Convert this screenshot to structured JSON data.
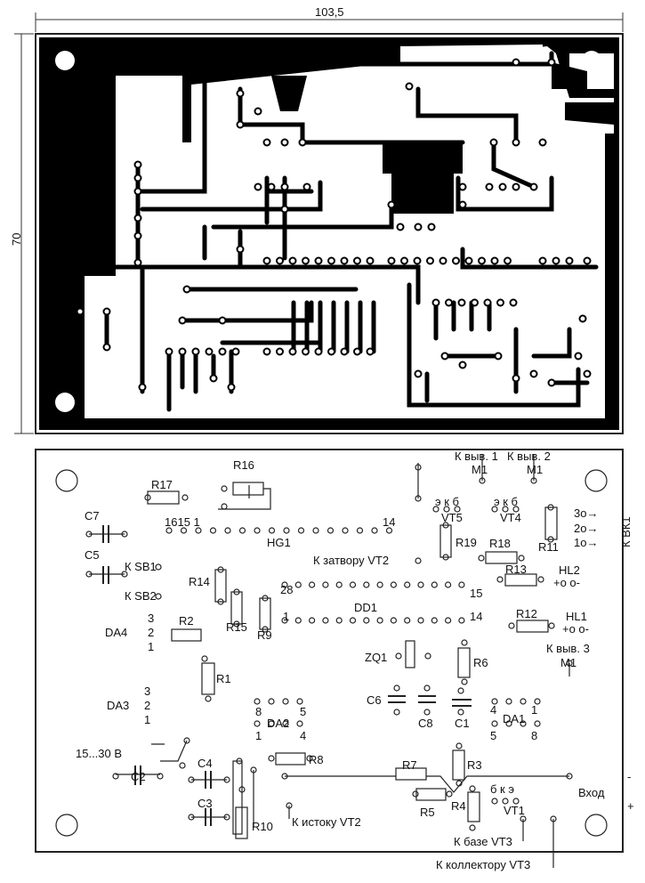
{
  "dimensions": {
    "width": "103,5",
    "height": "70"
  },
  "labels": {
    "R16": "R16",
    "R17": "R17",
    "C7": "C7",
    "C5": "C5",
    "hg_pins_left": "1615 1",
    "hg_pin_14": "14",
    "HG1": "HG1",
    "to_gate_vt2": "К затвору VT2",
    "to_sb1": "К SB1",
    "to_sb2": "К SB2",
    "R14": "R14",
    "R15": "R15",
    "R9": "R9",
    "dd_28": "28",
    "dd_15": "15",
    "DD1": "DD1",
    "dd_1": "1",
    "dd_14": "14",
    "R2": "R2",
    "DA4": "DA4",
    "da4_3": "3",
    "da4_2": "2",
    "da4_1": "1",
    "m1_pin1": "К выв. 1",
    "m1_pin2": "К выв. 2",
    "M1_a": "М1",
    "M1_b": "М1",
    "vt5_pins": "э к б",
    "vt4_pins": "э к б",
    "VT5": "VT5",
    "VT4": "VT4",
    "R19": "R19",
    "R18": "R18",
    "R11": "R11",
    "R13": "R13",
    "HL2": "HL2",
    "hl2_pol": "+o o-",
    "R12": "R12",
    "HL1": "HL1",
    "hl1_pol": "+o o-",
    "m1_pin3": "К выв. 3",
    "M1_c": "М1",
    "bk1_3": "3o→",
    "bk1_2": "2o→",
    "bk1_1": "1o→",
    "BK1": "К ВК1",
    "ZQ1": "ZQ1",
    "R6": "R6",
    "R1": "R1",
    "DA3": "DA3",
    "da3_3": "3",
    "da3_2": "2",
    "da3_1": "1",
    "DA2": "DA2",
    "da2_8": "8",
    "da2_5": "5",
    "da2_1": "1",
    "da2_4": "4",
    "C6": "C6",
    "C8": "C8",
    "C1": "C1",
    "DA1": "DA1",
    "da1_4": "4",
    "da1_1": "1",
    "da1_5": "5",
    "da1_8": "8",
    "supply": "15...30 В",
    "R8": "R8",
    "R7": "R7",
    "R3": "R3",
    "C4": "C4",
    "C2": "C2",
    "C3": "C3",
    "R5": "R5",
    "R4": "R4",
    "VT1": "VT1",
    "vt1_pins": "б к э",
    "input": "Вход",
    "R10": "R10",
    "to_source_vt2": "К истоку VT2",
    "to_base_vt3": "К базе VT3",
    "to_collector_vt3": "К коллектору VT3",
    "in_minus": "-",
    "in_plus": "+"
  }
}
